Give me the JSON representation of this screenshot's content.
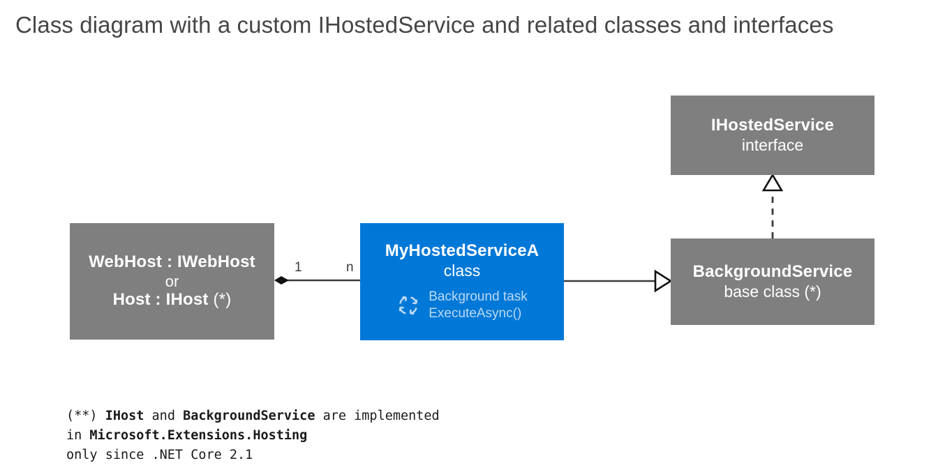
{
  "title": "Class diagram with a custom IHostedService and related classes and interfaces",
  "colors": {
    "node_gray": "#7f7f7f",
    "node_blue": "#0078d7",
    "connector": "#3b3b3b",
    "title_text": "#464646",
    "task_text": "#bcd9f2"
  },
  "nodes": {
    "webhost": {
      "line1": "WebHost : IWebHost",
      "line2": "or",
      "line3": "Host : IHost",
      "line3_suffix": " (*)"
    },
    "myhostedservice": {
      "title": "MyHostedServiceA",
      "stereotype": "class",
      "icon": "sync-loop-icon",
      "task_line1": "Background task",
      "task_line2": "ExecuteAsync()"
    },
    "ihostedservice": {
      "title": "IHostedService",
      "stereotype": "interface"
    },
    "backgroundservice": {
      "title": "BackgroundService",
      "stereotype": "base class (*)"
    }
  },
  "connectors": {
    "composition": {
      "from": "webhost",
      "to": "myhostedservice",
      "source_multiplicity": "1",
      "target_multiplicity": "n",
      "marker": "filled-diamond"
    },
    "generalization": {
      "from": "myhostedservice",
      "to": "backgroundservice",
      "marker": "hollow-triangle",
      "style": "solid"
    },
    "realization": {
      "from": "backgroundservice",
      "to": "ihostedservice",
      "marker": "hollow-triangle",
      "style": "dashed"
    }
  },
  "footnote": {
    "line1_a": "(**) ",
    "line1_b": "IHost",
    "line1_c": " and ",
    "line1_d": "BackgroundService",
    "line1_e": " are implemented",
    "line2_a": "in ",
    "line2_b": "Microsoft.Extensions.Hosting",
    "line3": "only since .NET Core 2.1"
  }
}
